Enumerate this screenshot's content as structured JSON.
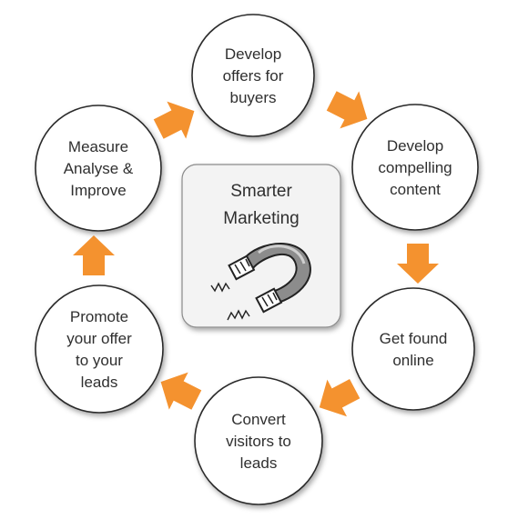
{
  "center": {
    "lines": [
      "Smarter",
      "Marketing"
    ],
    "image": "horseshoe-magnet-icon"
  },
  "cycle_steps": [
    {
      "id": "develop-offers",
      "lines": [
        "Develop",
        "offers for",
        "buyers"
      ]
    },
    {
      "id": "develop-content",
      "lines": [
        "Develop",
        "compelling",
        "content"
      ]
    },
    {
      "id": "get-found",
      "lines": [
        "Get found",
        "online"
      ]
    },
    {
      "id": "convert-visitors",
      "lines": [
        "Convert",
        "visitors to",
        "leads"
      ]
    },
    {
      "id": "promote-offer",
      "lines": [
        "Promote",
        "your offer",
        "to your",
        "leads"
      ]
    },
    {
      "id": "measure-analyse",
      "lines": [
        "Measure",
        "Analyse &",
        "Improve"
      ]
    }
  ],
  "connector": {
    "shape": "block-arrow",
    "direction": "clockwise"
  },
  "colors": {
    "arrow": "#f4922f",
    "circle_fill": "#ffffff",
    "circle_stroke": "#2b2b2b",
    "text": "#2f2f2f",
    "center_box": "#f3f3f3"
  }
}
